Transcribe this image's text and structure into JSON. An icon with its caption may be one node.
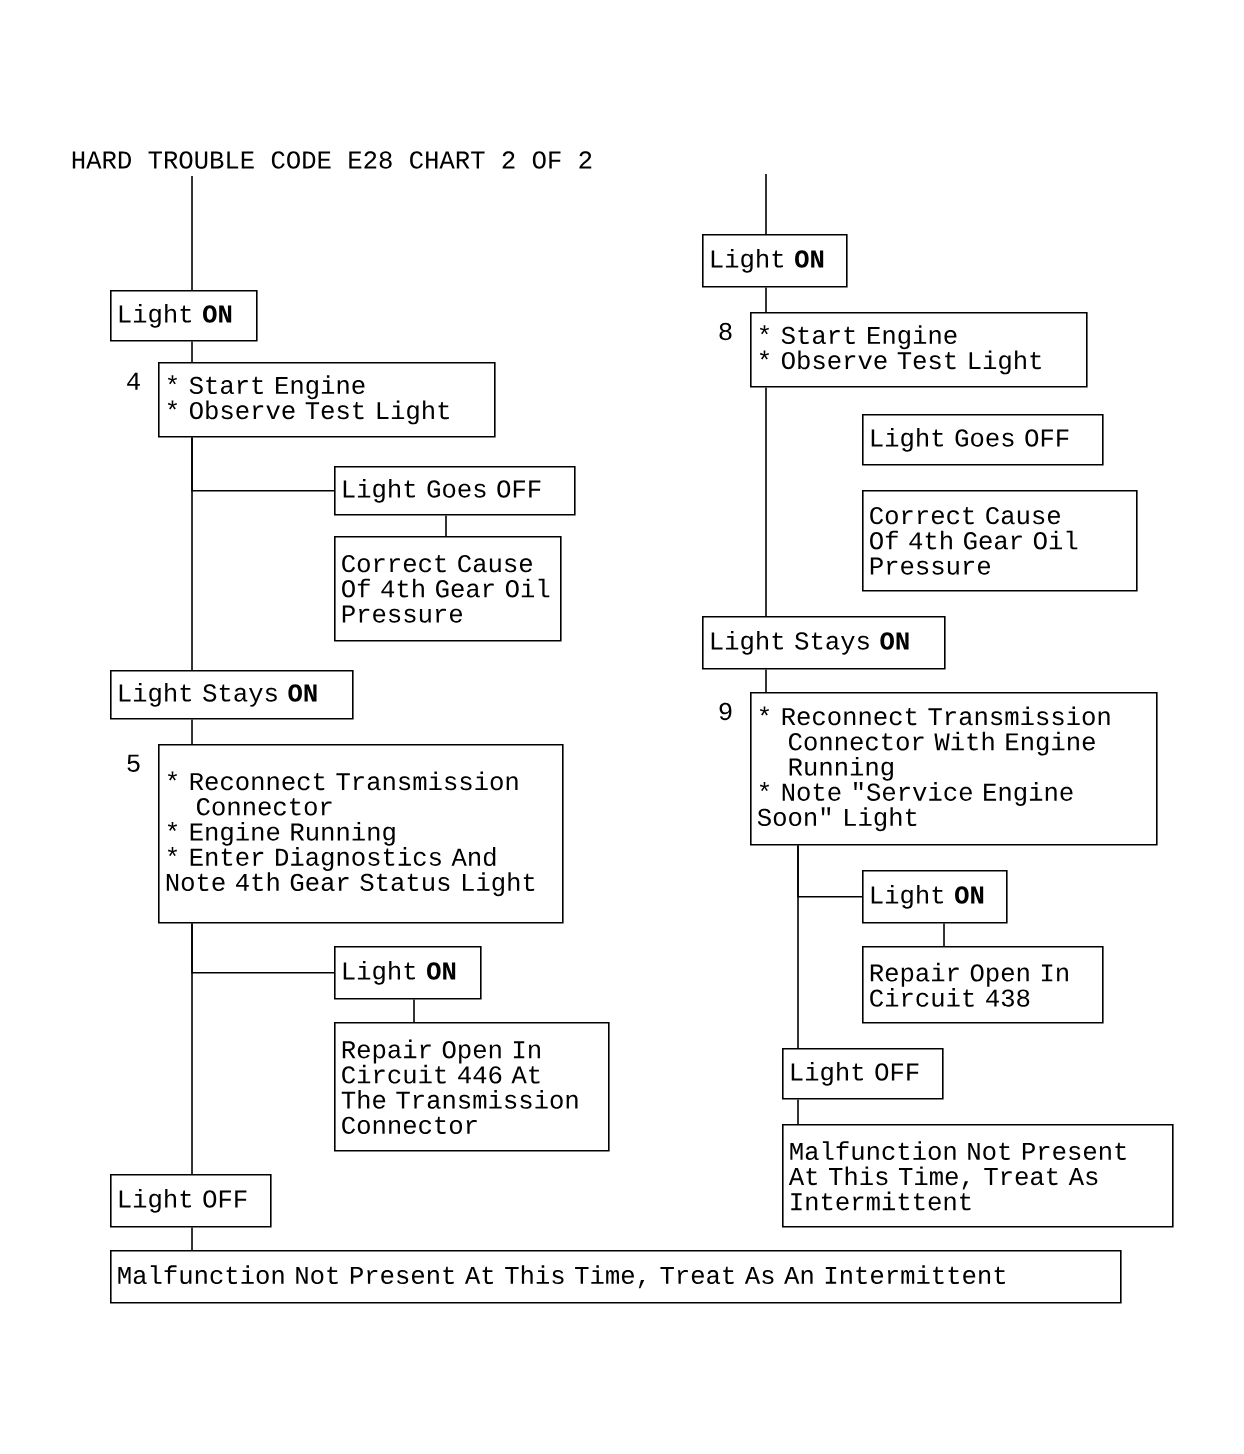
{
  "diagram": {
    "title": "HARD TROUBLE CODE E28 CHART 2 OF 2",
    "nodes": [
      {
        "text": [
          "Light **ON**"
        ]
      },
      {
        "text": [
          "* Start Engine",
          "* Observe Test Light"
        ],
        "beside": [
          "4"
        ]
      },
      {
        "text": [
          "Light Goes OFF"
        ]
      },
      {
        "text": [
          "Correct Cause Of 4th Gear Oil Pressure"
        ]
      },
      {
        "text": [
          "Light Stays **ON**"
        ]
      },
      {
        "text": [
          "* Reconnect Transmission Connector",
          "* Engine Running",
          "* Enter Diagnostics And Note 4th Gear Status Light"
        ],
        "beside": [
          "5"
        ]
      },
      {
        "text": [
          "Light **ON**"
        ]
      },
      {
        "text": [
          "Repair Open In Circuit 446 At The Transmission Connector"
        ]
      },
      {
        "text": [
          "Light OFF"
        ]
      },
      {
        "text": [
          "Malfunction Not Present At This Time, Treat As An Intermittent"
        ]
      },
      {
        "text": [
          "Light **ON**"
        ]
      },
      {
        "text": [
          "* Start Engine",
          "* Observe Test Light"
        ],
        "beside": [
          "8"
        ]
      },
      {
        "text": [
          "Light Goes OFF"
        ]
      },
      {
        "text": [
          "Correct Cause Of 4th Gear Oil Pressure"
        ]
      },
      {
        "text": [
          "Light Stays **ON**"
        ]
      },
      {
        "text": [
          "* Reconnect Transmission Connector With Engine Running",
          "* Note \"Service Engine Soon\" Light"
        ],
        "beside": [
          "9"
        ]
      },
      {
        "text": [
          "Light **ON**"
        ]
      },
      {
        "text": [
          "Repair Open In Circuit 438"
        ]
      },
      {
        "text": [
          "Light OFF"
        ]
      },
      {
        "text": [
          "Malfunction Not Present At This Time, Treat As Intermittent"
        ]
      }
    ],
    "edges": [
      {
        "from": null,
        "to": 0,
        "arrow": "none"
      },
      {
        "from": 0,
        "to": 1,
        "arrow": "none"
      },
      {
        "from": 1,
        "to": 2,
        "arrow": "none"
      },
      {
        "from": 2,
        "to": 3,
        "arrow": "none"
      },
      {
        "from": 1,
        "to": 4,
        "arrow": "none"
      },
      {
        "from": 4,
        "to": 5,
        "arrow": "none"
      },
      {
        "from": 5,
        "to": 6,
        "arrow": "none"
      },
      {
        "from": 6,
        "to": 7,
        "arrow": "none"
      },
      {
        "from": 5,
        "to": 8,
        "arrow": "none"
      },
      {
        "from": 8,
        "to": 9,
        "arrow": "none"
      },
      {
        "from": null,
        "to": 10,
        "arrow": "none"
      },
      {
        "from": 10,
        "to": 11,
        "arrow": "none"
      },
      {
        "from": 11,
        "to": 14,
        "arrow": "none"
      },
      {
        "from": 14,
        "to": 15,
        "arrow": "none"
      },
      {
        "from": 15,
        "to": 16,
        "arrow": "none"
      },
      {
        "from": 16,
        "to": 17,
        "arrow": "none"
      },
      {
        "from": 15,
        "to": 18,
        "arrow": "none"
      },
      {
        "from": 18,
        "to": 19,
        "arrow": "none"
      }
    ]
  }
}
